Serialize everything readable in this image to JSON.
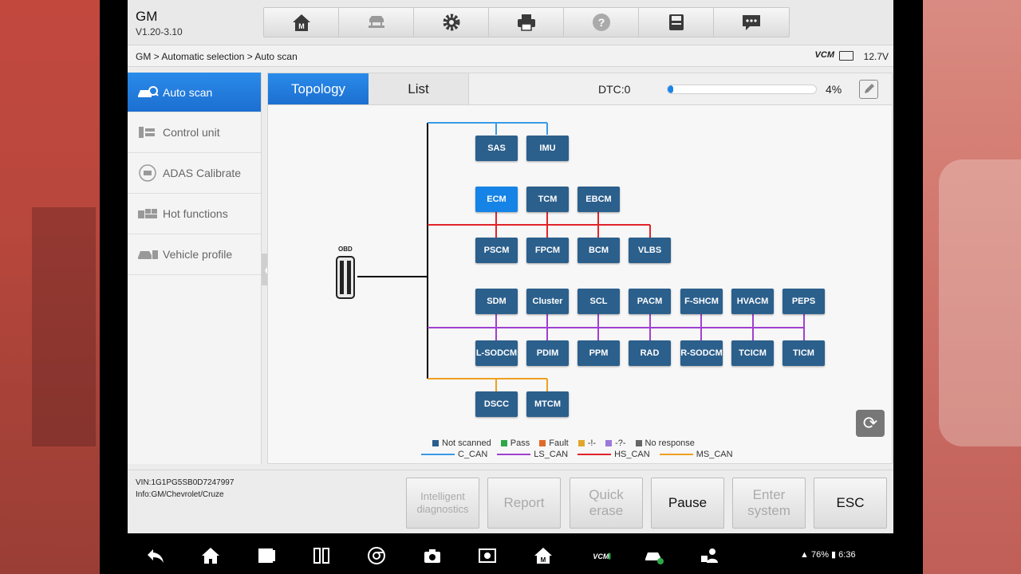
{
  "header": {
    "title": "GM",
    "version": "V1.20-3.10"
  },
  "toolbar": {
    "items": [
      "home-icon",
      "car-lift-icon",
      "gear-icon",
      "printer-icon",
      "help-icon",
      "save-icon",
      "chat-icon"
    ]
  },
  "breadcrumb": {
    "text": "GM > Automatic selection > Auto scan"
  },
  "status": {
    "vcm": "VCM",
    "voltage": "12.7V"
  },
  "sidebar": {
    "items": [
      {
        "label": "Auto scan",
        "icon": "car-scan-icon"
      },
      {
        "label": "Control unit",
        "icon": "tools-icon"
      },
      {
        "label": "ADAS Calibrate",
        "icon": "adas-icon"
      },
      {
        "label": "Hot functions",
        "icon": "hot-functions-icon"
      },
      {
        "label": "Vehicle profile",
        "icon": "vehicle-profile-icon"
      }
    ]
  },
  "tabs": {
    "topology": "Topology",
    "list": "List"
  },
  "scan": {
    "dtc_label": "DTC:0",
    "progress": 0.04,
    "percent_label": "4%"
  },
  "topology": {
    "obd_label": "OBD",
    "modules": {
      "sas": "SAS",
      "imu": "IMU",
      "ecm": "ECM",
      "tcm": "TCM",
      "ebcm": "EBCM",
      "pscm": "PSCM",
      "fpcm": "FPCM",
      "bcm": "BCM",
      "vlbs": "VLBS",
      "sdm": "SDM",
      "cluster": "Cluster",
      "scl": "SCL",
      "pacm": "PACM",
      "fshcm": "F-SHCM",
      "hvacm": "HVACM",
      "peps": "PEPS",
      "lsodcm": "L-SODCM",
      "pdim": "PDIM",
      "ppm": "PPM",
      "rad": "RAD",
      "rsodcm": "R-SODCM",
      "tcicm": "TCICM",
      "ticm": "TICM",
      "dscc": "DSCC",
      "mtcm": "MTCM"
    },
    "bus_colors": {
      "c_can": "#3a9ae6",
      "ls_can": "#a040d0",
      "hs_can": "#e0242a",
      "ms_can": "#f0a020"
    }
  },
  "legend": {
    "status": [
      {
        "label": "Not scanned",
        "color": "#2b5f8c"
      },
      {
        "label": "Pass",
        "color": "#2ea84a"
      },
      {
        "label": "Fault",
        "color": "#e06a2a"
      },
      {
        "label": "-!-",
        "color": "#e0a82a"
      },
      {
        "label": "-?-",
        "color": "#9a7ad8"
      },
      {
        "label": "No response",
        "color": "#666666"
      }
    ],
    "buses": [
      {
        "label": "C_CAN",
        "color": "#3a9ae6"
      },
      {
        "label": "LS_CAN",
        "color": "#a040d0"
      },
      {
        "label": "HS_CAN",
        "color": "#e0242a"
      },
      {
        "label": "MS_CAN",
        "color": "#f0a020"
      }
    ]
  },
  "vehicle": {
    "vin": "VIN:1G1PG5SB0D7247997",
    "info": "Info:GM/Chevrolet/Cruze"
  },
  "buttons": {
    "intelligent": "Intelligent diagnostics",
    "report": "Report",
    "quick_erase": "Quick erase",
    "pause": "Pause",
    "enter_system": "Enter system",
    "esc": "ESC"
  },
  "system_status": {
    "battery": "76%",
    "time": "6:36"
  }
}
